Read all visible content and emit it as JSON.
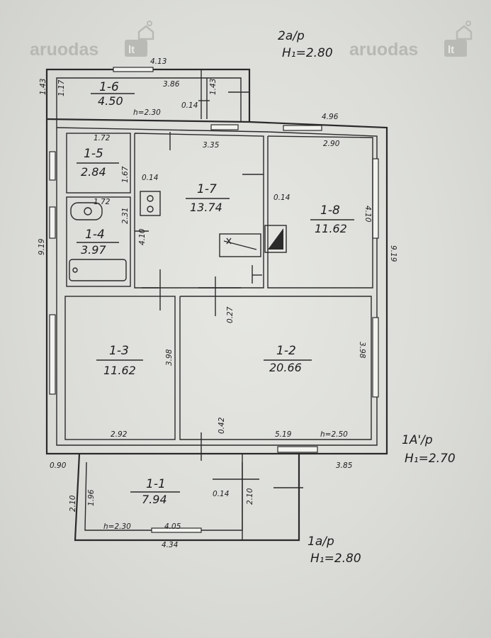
{
  "watermark": {
    "brand": "aruodas",
    "tld": "lt"
  },
  "floor_labels": {
    "top": {
      "name": "2a/p",
      "height": "H₁=2.80"
    },
    "right": {
      "name": "1A'/p",
      "height": "H₁=2.70"
    },
    "bottom": {
      "name": "1a/p",
      "height": "H₁=2.80"
    }
  },
  "rooms": [
    {
      "id": "1-1",
      "area": "7.94"
    },
    {
      "id": "1-2",
      "area": "20.66"
    },
    {
      "id": "1-3",
      "area": "11.62"
    },
    {
      "id": "1-4",
      "area": "3.97"
    },
    {
      "id": "1-5",
      "area": "2.84"
    },
    {
      "id": "1-6",
      "area": "4.50"
    },
    {
      "id": "1-7",
      "area": "13.74"
    },
    {
      "id": "1-8",
      "area": "11.62"
    }
  ],
  "dimensions": [
    "4.13",
    "1.43",
    "1.17",
    "3.86",
    "1.43",
    "0.14",
    "h=2.30",
    "4.96",
    "1.72",
    "3.35",
    "2.90",
    "1.67",
    "0.14",
    "1.72",
    "2.31",
    "0.14",
    "4.10",
    "4.10",
    "9.19",
    "9.19",
    "0.27",
    "3.98",
    "3.98",
    "2.92",
    "0.42",
    "5.19",
    "h=2.50",
    "0.90",
    "3.85",
    "2.10",
    "1.96",
    "0.14",
    "2.10",
    "h=2.30",
    "4.05",
    "4.34"
  ]
}
